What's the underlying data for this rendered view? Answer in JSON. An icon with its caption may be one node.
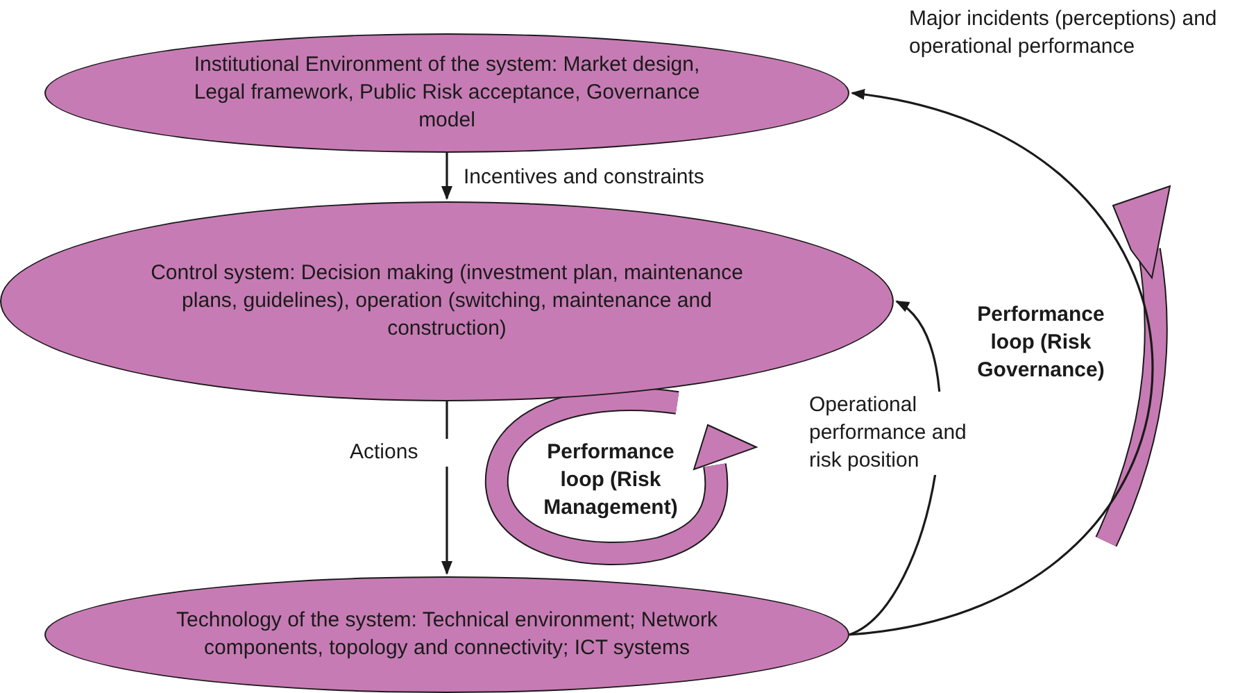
{
  "diagram": {
    "nodes": [
      {
        "text": [
          "Institutional Environment of the system: Market design, Legal framework, Public Risk acceptance,  Governance model"
        ]
      },
      {
        "text": [
          "Control system: Decision making (investment plan, maintenance plans, guidelines), operation (switching, maintenance and construction)"
        ]
      },
      {
        "text": [
          "Technology of the system: Technical environment; Network components, topology and connectivity; ICT systems"
        ]
      }
    ],
    "edges": [
      {
        "from": 0,
        "to": 1,
        "arrow": "to",
        "label": "Incentives and constraints"
      },
      {
        "from": 1,
        "to": 2,
        "arrow": "to",
        "label": "Actions"
      },
      {
        "from": 2,
        "to": 1,
        "arrow": "to",
        "label": "Operational performance and risk position"
      },
      {
        "from": 2,
        "to": 0,
        "arrow": "to",
        "label": "Major incidents (perceptions) and operational performance"
      }
    ],
    "labels": [
      "Performance loop (Risk Management)",
      "Performance loop (Risk Governance)"
    ]
  }
}
